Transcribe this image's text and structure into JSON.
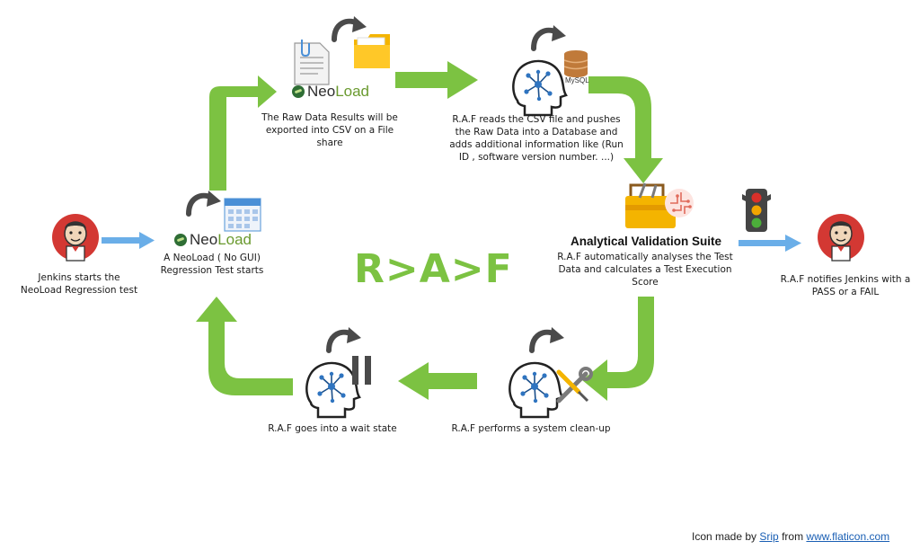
{
  "steps": {
    "jenkins_start": "Jenkins starts the NeoLoad Regression test",
    "neoload_start": "A NeoLoad ( No GUI) Regression Test starts",
    "raw_export": "The Raw Data Results will be exported into CSV on a File share",
    "raf_reads": "R.A.F reads the CSV file and pushes the Raw Data into a Database and adds additional information like (Run ID , software version number. ...)",
    "suite_title": "Analytical Validation Suite",
    "suite_desc": "R.A.F automatically analyses the Test Data and calculates a Test Execution Score",
    "notify": "R.A.F notifies Jenkins with a PASS or a FAIL",
    "cleanup": "R.A.F performs a system clean-up",
    "wait": "R.A.F goes into a wait state"
  },
  "center_label": "R>A>F",
  "logos": {
    "neoload_prefix": "Neo",
    "neoload_suffix": "Load",
    "mysql": "MySQL"
  },
  "credit": {
    "prefix": "Icon made by",
    "author": "Srip",
    "middle": "from",
    "site": "www.flaticon.com"
  },
  "colors": {
    "flow_arrow": "#7cc242",
    "side_arrow": "#6aaee8",
    "raf_text": "#7cc242"
  }
}
